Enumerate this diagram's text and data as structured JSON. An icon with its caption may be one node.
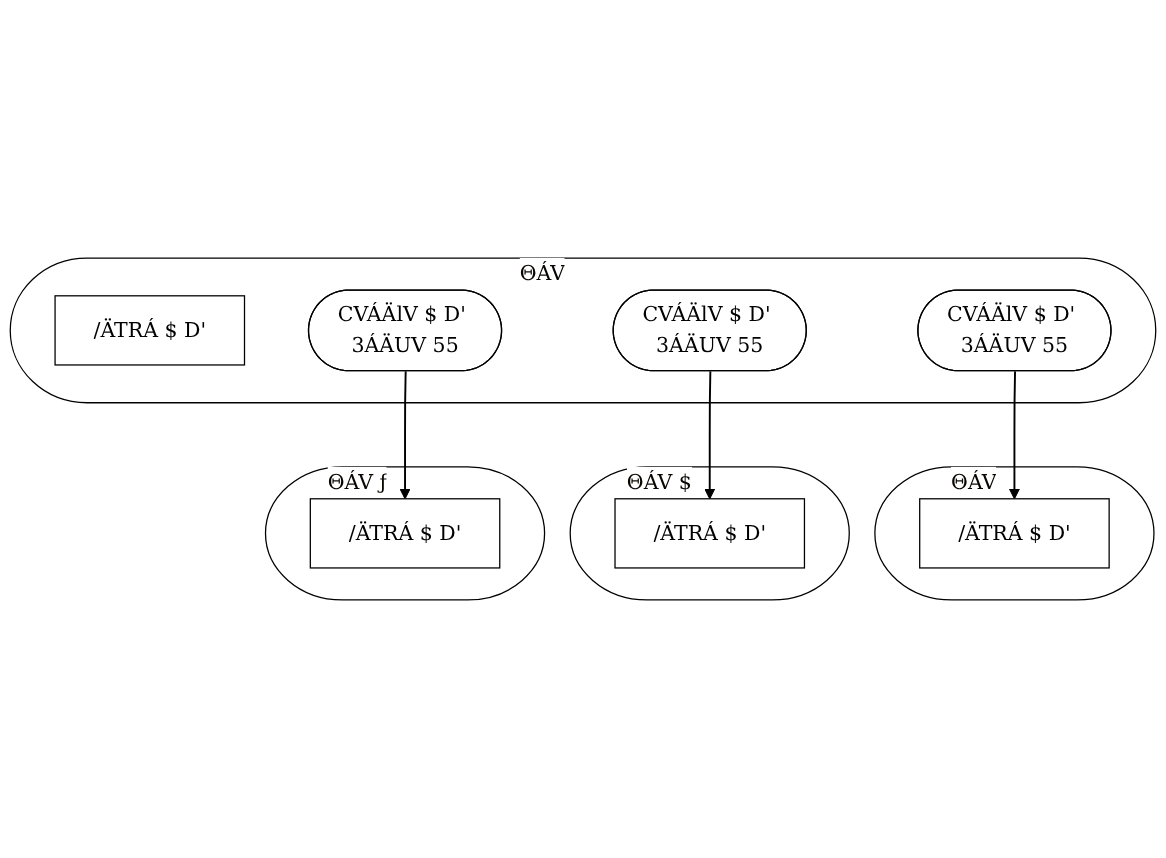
{
  "diagram": {
    "nodes": [
      {
        "text": [
          "ΘÁV"
        ]
      },
      {
        "text": [
          "/ÄTRÁ $ D'"
        ],
        "in": 0
      },
      {
        "text": [
          "CVÁÄlV $ D' 3ÁÄUV 55"
        ],
        "in": 0
      },
      {
        "text": [
          "CVÁÄlV $ D' 3ÁÄUV 55"
        ],
        "in": 0
      },
      {
        "text": [
          "CVÁÄlV $ D' 3ÁÄUV 55"
        ],
        "in": 0
      },
      {
        "text": [
          "ΘÁV"
        ]
      },
      {
        "text": [
          "/ÄTRÁ $ D'"
        ],
        "in": 5
      },
      {
        "text": [
          "ΘÁV $"
        ]
      },
      {
        "text": [
          "/ÄTRÁ $ D'"
        ],
        "in": 7
      },
      {
        "text": [
          "ΘÁV ƒ"
        ]
      },
      {
        "text": [
          "/ÄTRÁ $ D'"
        ],
        "in": 9
      }
    ],
    "edges": [
      {
        "from": 2,
        "to": 6,
        "arrow": "to"
      },
      {
        "from": 3,
        "to": 8,
        "arrow": "to"
      },
      {
        "from": 4,
        "to": 10,
        "arrow": "to"
      }
    ]
  }
}
